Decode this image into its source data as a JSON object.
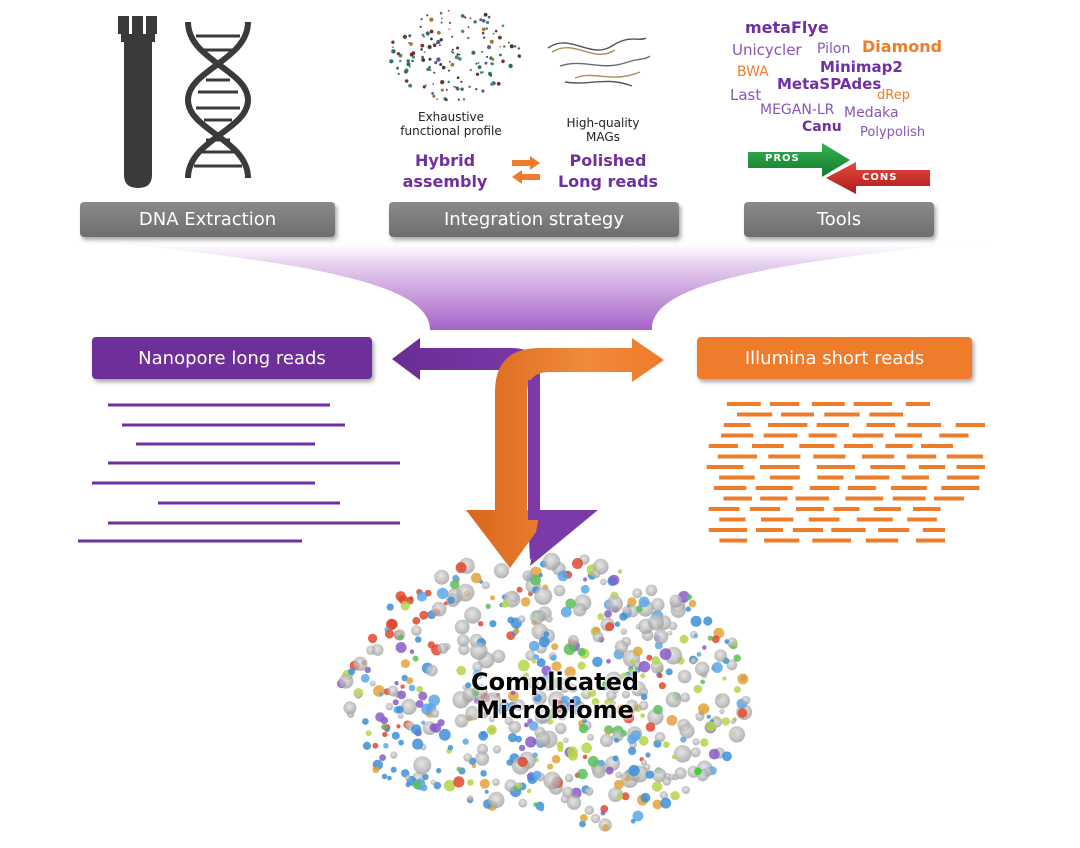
{
  "headers": {
    "dna_extraction": "DNA Extraction",
    "integration_strategy": "Integration strategy",
    "tools": "Tools"
  },
  "integration": {
    "exhaustive_caption_1": "Exhaustive",
    "exhaustive_caption_2": "functional profile",
    "mags_caption_1": "High-quality",
    "mags_caption_2": "MAGs",
    "hybrid_1": "Hybrid",
    "hybrid_2": "assembly",
    "polished_1": "Polished",
    "polished_2": "Long reads"
  },
  "tools": [
    {
      "name": "metaFlye",
      "color": "#7030a0",
      "bold": true
    },
    {
      "name": "Unicycler",
      "color": "#8a55b8",
      "bold": false
    },
    {
      "name": "Pilon",
      "color": "#8a55b8",
      "bold": false
    },
    {
      "name": "Diamond",
      "color": "#ee7c2b",
      "bold": true
    },
    {
      "name": "BWA",
      "color": "#ee7c2b",
      "bold": false
    },
    {
      "name": "Minimap2",
      "color": "#7030a0",
      "bold": true
    },
    {
      "name": "MetaSPAdes",
      "color": "#7030a0",
      "bold": true
    },
    {
      "name": "Last",
      "color": "#8a55b8",
      "bold": false
    },
    {
      "name": "dRep",
      "color": "#ee7c2b",
      "bold": false
    },
    {
      "name": "MEGAN-LR",
      "color": "#8a55b8",
      "bold": false
    },
    {
      "name": "Medaka",
      "color": "#8a55b8",
      "bold": false
    },
    {
      "name": "Canu",
      "color": "#7030a0",
      "bold": true
    },
    {
      "name": "Polypolish",
      "color": "#8a55b8",
      "bold": false
    }
  ],
  "pros_label": "PROS",
  "cons_label": "CONS",
  "reads": {
    "nanopore": "Nanopore long reads",
    "illumina": "Illumina short reads"
  },
  "microbiome": {
    "line1": "Complicated",
    "line2": "Microbiome"
  },
  "colors": {
    "purple": "#7030a0",
    "orange": "#ee7c2b",
    "gray": "#7a7a7a",
    "dark": "#3a3a3a",
    "pros_green": "#1e9a3c",
    "cons_red": "#d12a2a"
  }
}
